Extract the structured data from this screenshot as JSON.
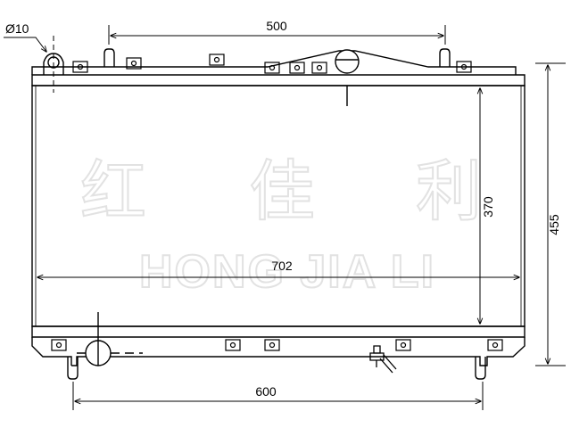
{
  "watermark": {
    "chinese_chars": [
      "红",
      "佳",
      "利"
    ],
    "latin": "HONG JIA LI"
  },
  "dimensions": {
    "top_inlet_diameter": "Ø10",
    "top_span": "500",
    "core_width": "702",
    "core_height": "370",
    "overall_height": "455",
    "bottom_span": "600"
  }
}
